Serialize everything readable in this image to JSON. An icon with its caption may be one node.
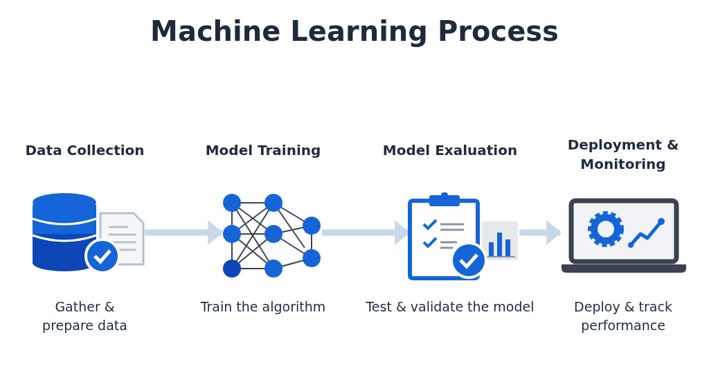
{
  "diagram": {
    "title": "Machine Learning Process",
    "nodes": [
      {
        "text": [
          "Data Collection",
          "Gather & prepare data"
        ]
      },
      {
        "text": [
          "Model Training",
          "Train the algorithm"
        ]
      },
      {
        "text": [
          "Model Exaluation",
          "Test & validate the model"
        ]
      },
      {
        "text": [
          "Deployment & Monitoring",
          "Deploy & track performance"
        ]
      }
    ],
    "edges": [
      {
        "from": 0,
        "to": 1,
        "arrow": "to"
      },
      {
        "from": 1,
        "to": 2,
        "arrow": "to"
      },
      {
        "from": 2,
        "to": 3,
        "arrow": "to"
      }
    ]
  }
}
